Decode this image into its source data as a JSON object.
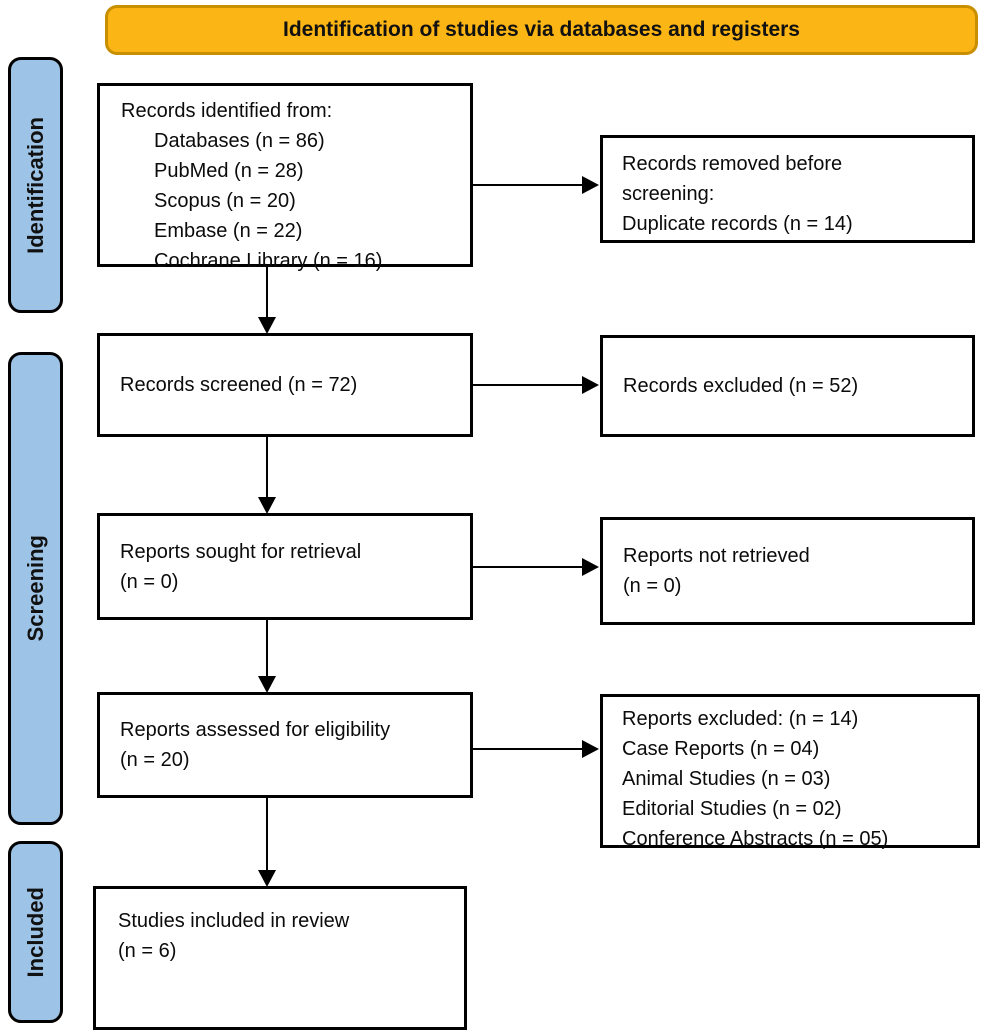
{
  "colors": {
    "banner_bg": "#FBB514",
    "banner_border": "#C88F00",
    "stage_bg": "#9DC3E6",
    "box_border": "#000000",
    "box_bg": "#FFFFFF",
    "page_bg": "#FFFFFF"
  },
  "banner": {
    "title": "Identification of studies via databases and registers"
  },
  "stages": [
    {
      "label": "Identification"
    },
    {
      "label": "Screening"
    },
    {
      "label": "Included"
    }
  ],
  "flow": {
    "records_identified": {
      "title": "Records identified from:",
      "items": [
        "Databases (n = 86)",
        "PubMed (n = 28)",
        "Scopus (n = 20)",
        "Embase (n = 22)",
        "Cochrane Library (n = 16)"
      ]
    },
    "records_removed": {
      "lines": [
        "Records removed before",
        "screening:",
        "Duplicate records (n = 14)"
      ]
    },
    "records_screened": {
      "lines": [
        "Records screened (n = 72)"
      ]
    },
    "records_excluded": {
      "lines": [
        "Records excluded (n = 52)"
      ]
    },
    "reports_sought": {
      "lines": [
        "Reports sought for retrieval",
        "(n = 0)"
      ]
    },
    "reports_not_retrieved": {
      "lines": [
        "Reports not retrieved",
        "(n = 0)"
      ]
    },
    "reports_assessed": {
      "lines": [
        "Reports assessed for eligibility",
        "(n = 20)"
      ]
    },
    "reports_excluded": {
      "lines": [
        "Reports excluded: (n = 14)",
        "Case Reports (n = 04)",
        "Animal Studies (n = 03)",
        "Editorial Studies (n = 02)",
        "Conference Abstracts (n = 05)"
      ]
    },
    "studies_included": {
      "lines": [
        "Studies included in review",
        "(n = 6)"
      ]
    }
  }
}
